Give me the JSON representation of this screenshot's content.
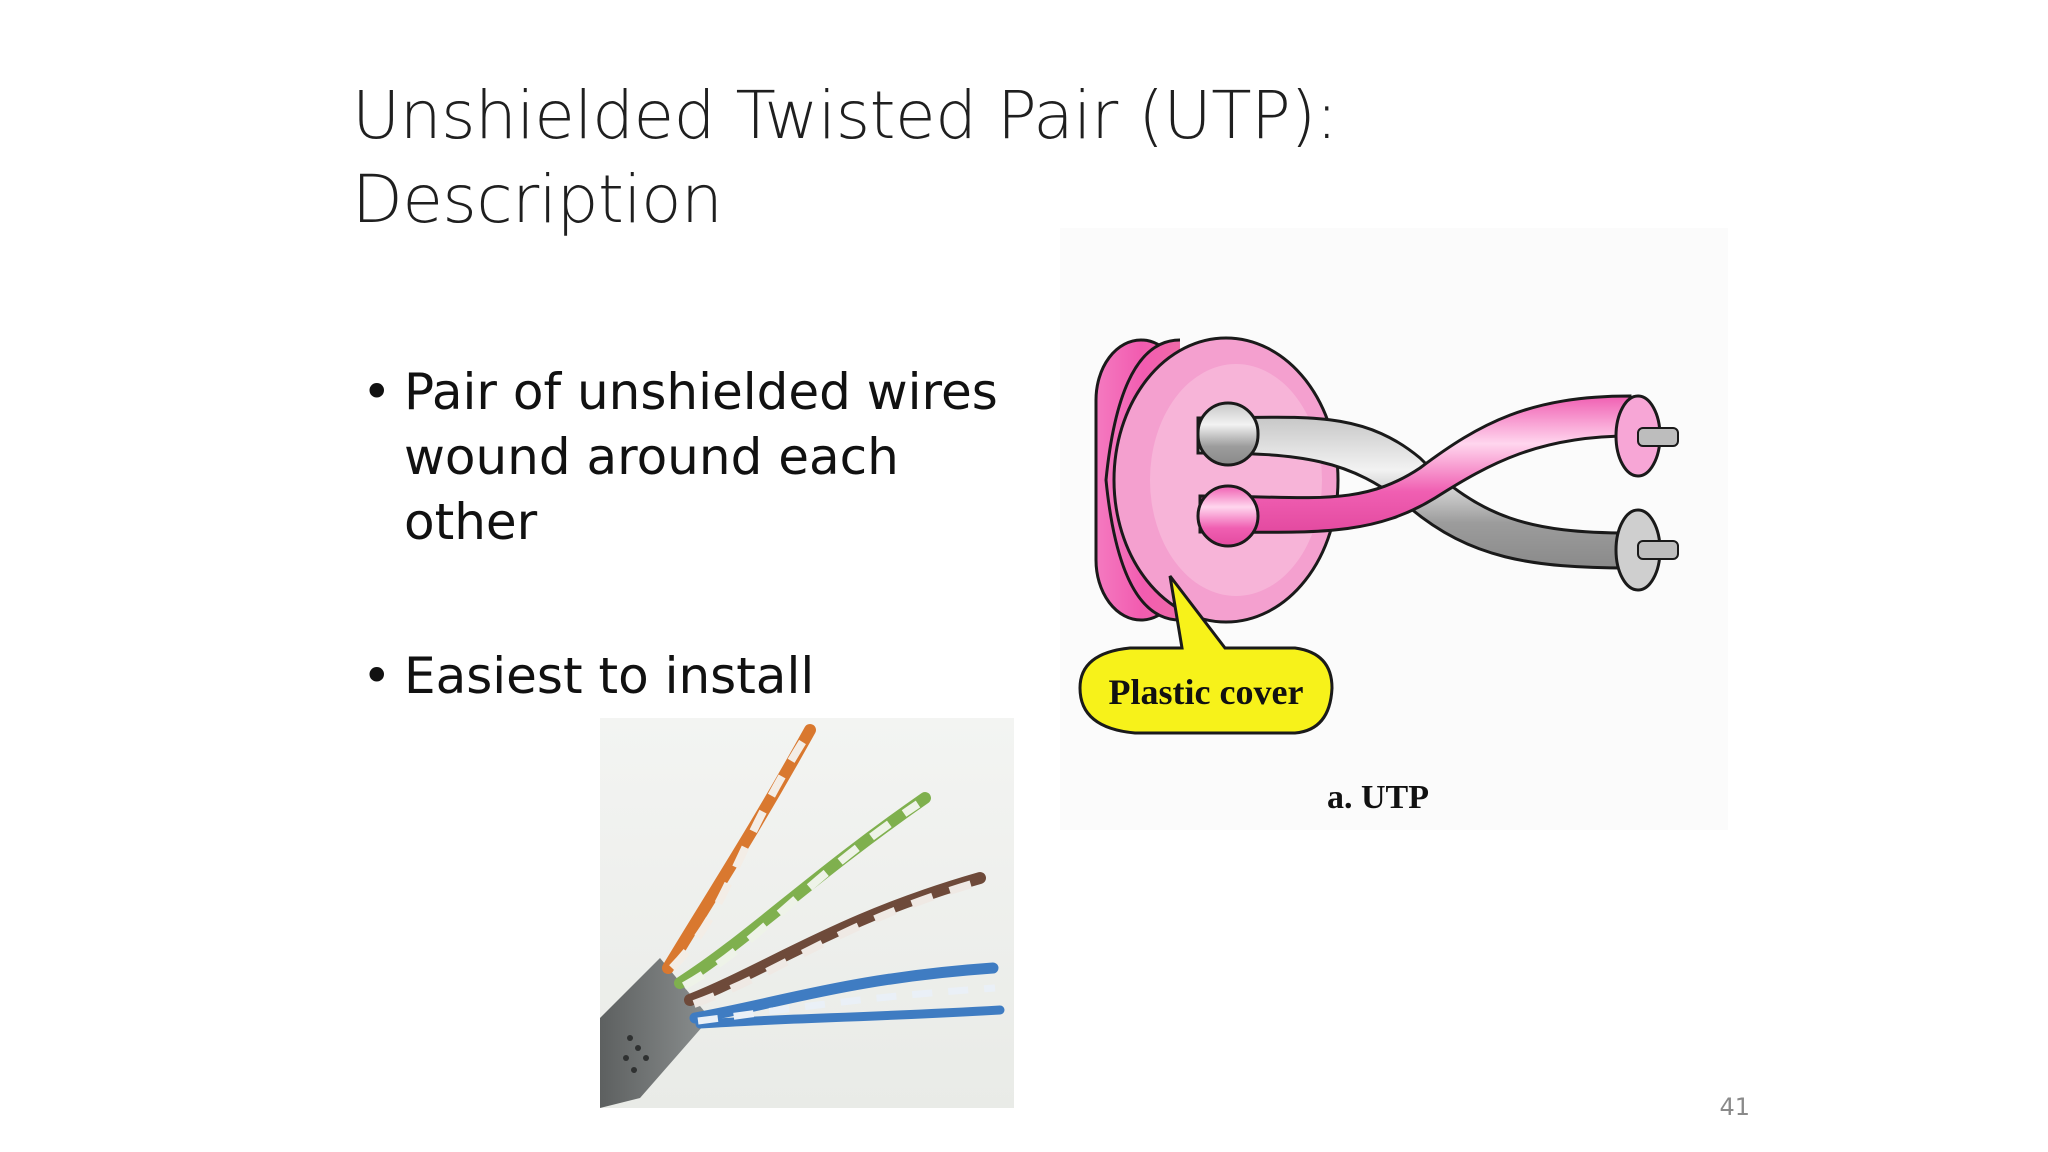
{
  "slide": {
    "title_line1": "Unshielded Twisted Pair (UTP):",
    "title_line2": "Description",
    "bullets": [
      {
        "marker": "•",
        "text_lines": [
          "Pair of unshielded wires",
          "wound around each",
          "other"
        ]
      },
      {
        "marker": "•",
        "text_lines": [
          "Easiest to install"
        ]
      }
    ],
    "diagram": {
      "callout_label": "Plastic cover",
      "caption": "a. UTP",
      "colors": {
        "cover_pink": "#f06db5",
        "wire_gray": "#b5b5b5",
        "callout_yellow": "#f7f21a"
      }
    },
    "photo": {
      "icon": "ethernet-cable-photo",
      "pair_colors": [
        "#d9782f",
        "#7fb04e",
        "#6e4a3a",
        "#3f7cc2"
      ]
    },
    "page_number": "41"
  }
}
